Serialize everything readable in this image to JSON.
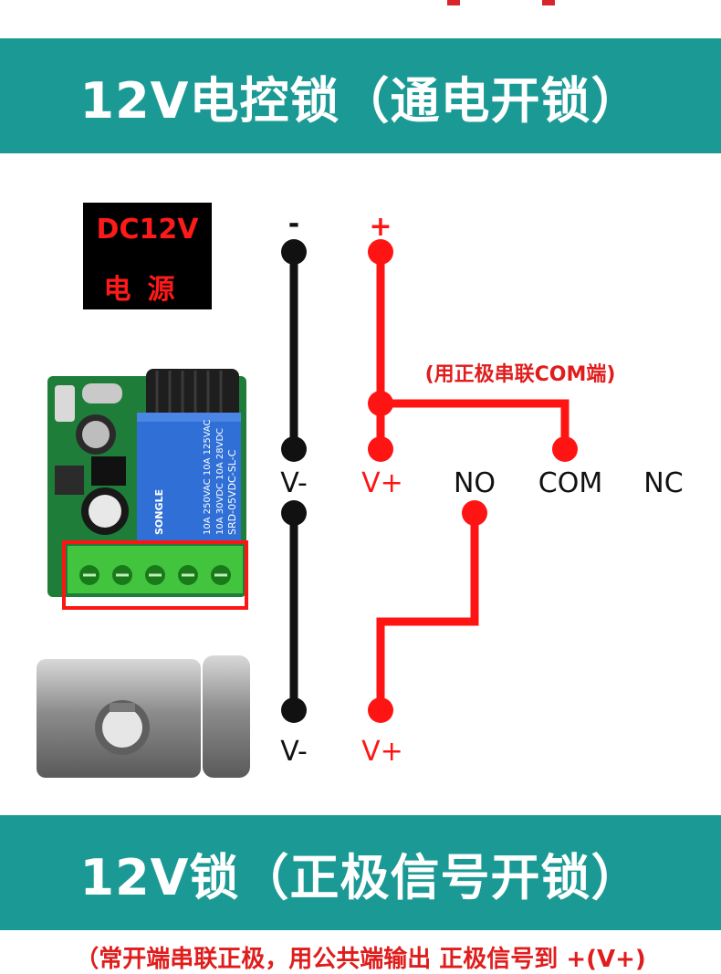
{
  "banner_top": "12V电控锁（通电开锁）",
  "banner_bottom": "12V锁（正极信号开锁）",
  "bottom_note": "（常开端串联正极，用公共端输出 正极信号到 +(V+)",
  "power_label": {
    "line1": "DC12V",
    "line2": "电源"
  },
  "polarity": {
    "minus": "-",
    "plus": "+"
  },
  "annotation": "(用正极串联COM端)",
  "terminals": {
    "vminus": "V-",
    "vplus": "V+",
    "no": "NO",
    "com": "COM",
    "nc": "NC"
  },
  "relay_text": [
    "SONGLE",
    "10A 250VAC 10A 125VAC",
    "10A 30VDC 10A 28VDC",
    "SRD-05VDC-SL-C"
  ],
  "lock_terminals": {
    "vminus": "V-",
    "vplus": "V+"
  },
  "colors": {
    "banner": "#1b9a95",
    "wire_red": "#ff1414",
    "wire_black": "#111111",
    "pcb": "#1f7d3a",
    "terminal": "#3fcf3f"
  }
}
